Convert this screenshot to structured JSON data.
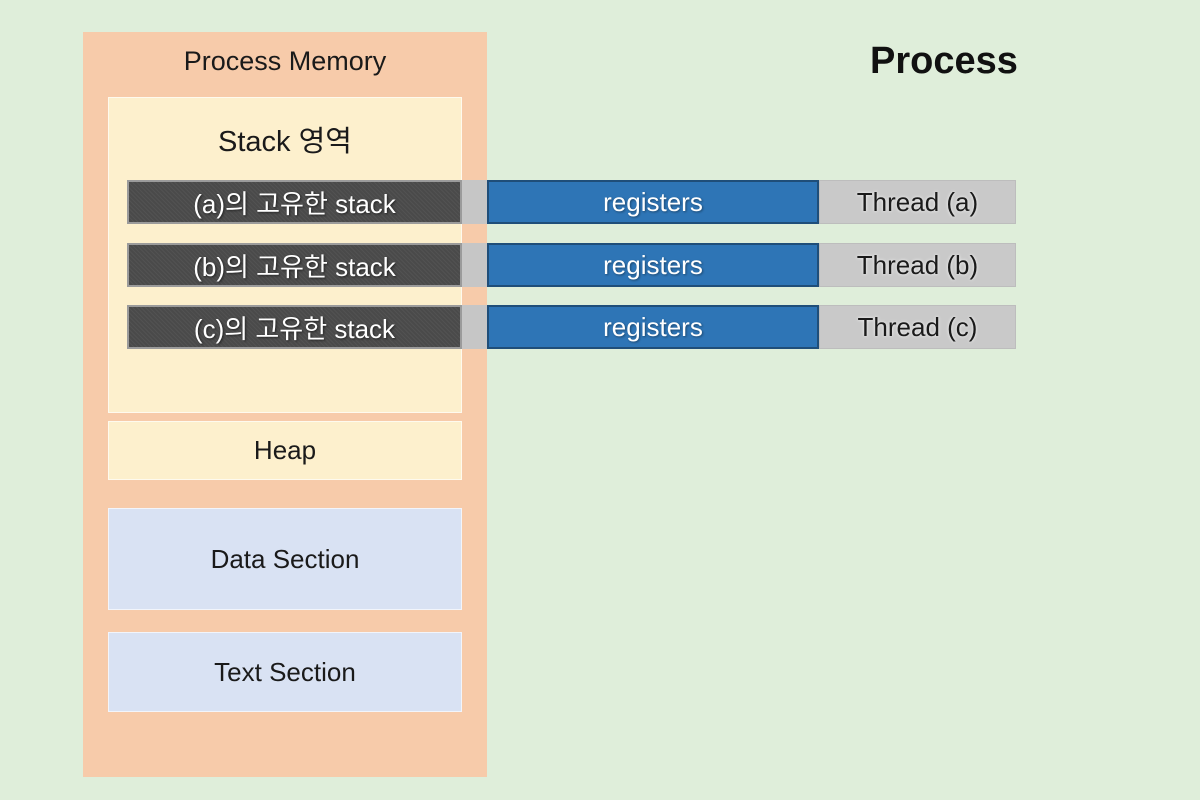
{
  "colors": {
    "bg_green": "#dfeeda",
    "panel_orange": "#f7cbaa",
    "cream": "#fdf0cd",
    "dark_gray": "#4a4a4a",
    "bar_border": "#9b9b9b",
    "connector_gray": "#c6c6c6",
    "blue": "#2e75b6",
    "blue_border": "#1f4e79",
    "gray": "#c9c9c9",
    "light_blue": "#d9e2f3",
    "text_dark": "#1a1a1a",
    "text_white": "#ffffff"
  },
  "process_memory": {
    "title": "Process Memory",
    "stack_region": {
      "title": "Stack 영역",
      "stacks": [
        "(a)의 고유한 stack",
        "(b)의 고유한 stack",
        "(c)의 고유한 stack"
      ]
    },
    "heap_label": "Heap",
    "data_section_label": "Data Section",
    "text_section_label": "Text Section"
  },
  "process": {
    "title": "Process",
    "threads": [
      {
        "registers_label": "registers",
        "name": "Thread (a)"
      },
      {
        "registers_label": "registers",
        "name": "Thread (b)"
      },
      {
        "registers_label": "registers",
        "name": "Thread (c)"
      }
    ]
  }
}
